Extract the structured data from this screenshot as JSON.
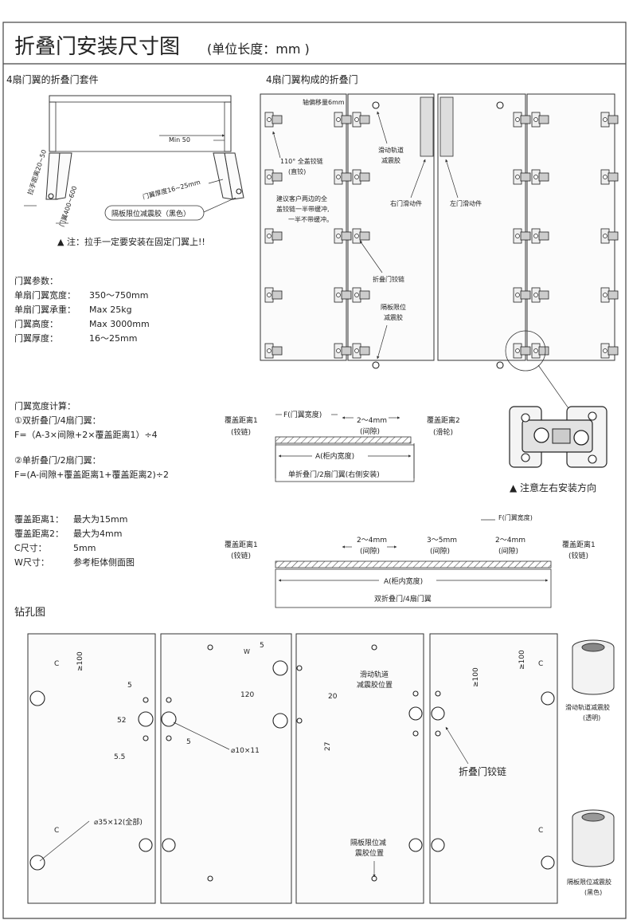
{
  "header": {
    "title": "折叠门安装尺寸图",
    "unit": "(单位长度：mm )"
  },
  "kit": {
    "section_title": "4扇门翼的折叠门套件",
    "min50": "Min 50",
    "handle_distance": "拉手距离20~50",
    "door_wing": "门翼400~600",
    "thickness": "门翼厚度16~25mm",
    "bumper": "隔板限位减震胶（黑色）",
    "note": "▲ 注：拉手一定要安装在固定门翼上!!"
  },
  "params": {
    "heading": "门翼参数：",
    "rows": [
      {
        "label": "单扇门翼宽度：",
        "value": "350～750mm"
      },
      {
        "label": "单扇门翼承重：",
        "value": "Max 25kg"
      },
      {
        "label": "门翼高度：",
        "value": "Max 3000mm"
      },
      {
        "label": "门翼厚度：",
        "value": "16～25mm"
      }
    ]
  },
  "assembly": {
    "section_title": "4扇门翼构成的折叠门",
    "axis_offset": "轴偏移量6mm",
    "full_cover_hinge_1": "110° 全盖铰链",
    "full_cover_hinge_2": "(直铰)",
    "track_1": "滑动轨道",
    "track_2": "减震胶",
    "advice_1": "建议客户两边的全",
    "advice_2": "盖铰链一半带缓冲,",
    "advice_3": "一半不带缓冲。",
    "right_slider": "右门滑动件",
    "left_slider": "左门滑动件",
    "fold_hinge": "折叠门铰链",
    "bumper_1": "隔板限位",
    "bumper_2": "减震胶",
    "direction_note": "▲ 注意左右安装方向"
  },
  "width_calc": {
    "heading": "门翼宽度计算：",
    "double_title": "①双折叠门/4扇门翼：",
    "double_formula": "F=（A-3×间隙+2×覆盖距离1）÷4",
    "single_title": "②单折叠门/2扇门翼：",
    "single_formula": "F=(A-间隙+覆盖距离1+覆盖距离2)÷2"
  },
  "cover": {
    "rows": [
      {
        "label": "覆盖距离1：",
        "value": "最大为15mm"
      },
      {
        "label": "覆盖距离2：",
        "value": "最大为4mm"
      },
      {
        "label": "C尺寸：",
        "value": "5mm"
      },
      {
        "label": "W尺寸：",
        "value": "参考柜体侧面图"
      }
    ]
  },
  "diagram1": {
    "cover1": "覆盖距离1",
    "cover1_sub": "(铰链)",
    "f_label": "F(门翼宽度)",
    "gap": "2～4mm",
    "gap_sub": "(间隙)",
    "cover2": "覆盖距离2",
    "cover2_sub": "(滑轮)",
    "a_label": "A(柜内宽度)",
    "caption": "单折叠门/2扇门翼(右侧安装)"
  },
  "diagram2": {
    "cover1": "覆盖距离1",
    "cover1_sub": "(铰链)",
    "gap_a": "2～4mm",
    "gap_a_sub": "(间隙)",
    "gap_b": "3～5mm",
    "gap_b_sub": "(间隙)",
    "f_label": "F(门翼宽度)",
    "gap_c": "2～4mm",
    "gap_c_sub": "(间隙)",
    "cover1b": "覆盖距离1",
    "cover1b_sub": "(铰链)",
    "a_label": "A(柜内宽度)",
    "caption": "双折叠门/4扇门翼"
  },
  "drilling": {
    "section_title": "钻孔图",
    "c": "C",
    "ge100": "≥100",
    "w": "W",
    "n5": "5",
    "n52": "52",
    "n55": "5.5",
    "n120": "120",
    "n20": "20",
    "n27": "27",
    "d10": "⌀10×11",
    "d35": "⌀35×12(全部)",
    "track_pos_1": "滑动轨道",
    "track_pos_2": "减震胶位置",
    "fold_hinge": "折叠门铰链",
    "bumper_pos_1": "隔板限位减",
    "bumper_pos_2": "震胶位置",
    "track_bumper": "滑动轨道减震胶",
    "track_bumper_sub": "(透明)",
    "shelf_bumper": "隔板限位减震胶",
    "shelf_bumper_sub": "(黑色)"
  }
}
